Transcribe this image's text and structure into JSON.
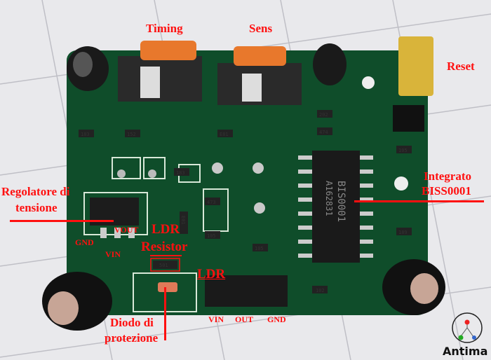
{
  "labels": {
    "timing": "Timing",
    "sens": "Sens",
    "reset": "Reset",
    "integrato_line1": "Integrato",
    "integrato_line2": "BISS0001",
    "regolatore_line1": "Regolatore di",
    "regolatore_line2": "tensione",
    "vout": "VOUT",
    "gnd_reg": "GND",
    "vin_reg": "VIN",
    "ldr_resistor_line1": "LDR",
    "ldr_resistor_line2": "Resistor",
    "ldr": "LDR",
    "diodo_line1": "Diodo di",
    "diodo_line2": "protezione",
    "pin_vin": "VIN",
    "pin_out": "OUT",
    "pin_gnd": "GND"
  },
  "chip": {
    "line1": "BIS0001",
    "line2": "A162831"
  },
  "smd_codes": [
    "183",
    "152",
    "E81",
    "183",
    "473",
    "105",
    "105",
    "501",
    "102",
    "105",
    "202",
    "474",
    "189",
    "E01"
  ],
  "logo": {
    "text": "Antima"
  },
  "colors": {
    "annotation": "#ff1010",
    "pcb": "#0f4d2a",
    "trim_pot": "#e8782c",
    "jumper": "#d9b43a"
  }
}
